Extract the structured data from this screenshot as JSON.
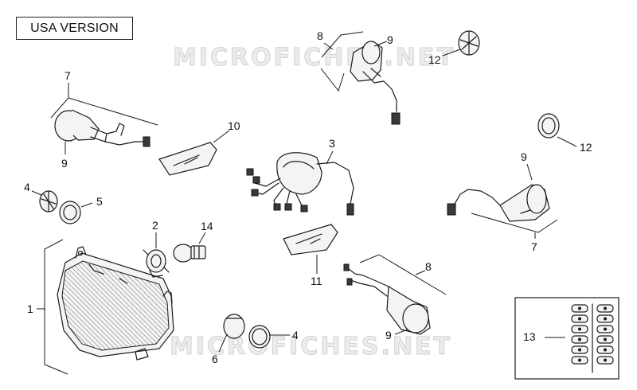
{
  "header": {
    "version_label": "USA VERSION"
  },
  "watermark": {
    "text": "MICROFICHES.NET"
  },
  "callouts": {
    "c1": "1",
    "c2": "2",
    "c3": "3",
    "c4a": "4",
    "c4b": "4",
    "c5": "5",
    "c6": "6",
    "c7a": "7",
    "c7b": "7",
    "c8a": "8",
    "c8b": "8",
    "c9a": "9",
    "c9b": "9",
    "c9c": "9",
    "c9d": "9",
    "c10": "10",
    "c11": "11",
    "c12a": "12",
    "c12b": "12",
    "c13": "13",
    "c14": "14"
  }
}
